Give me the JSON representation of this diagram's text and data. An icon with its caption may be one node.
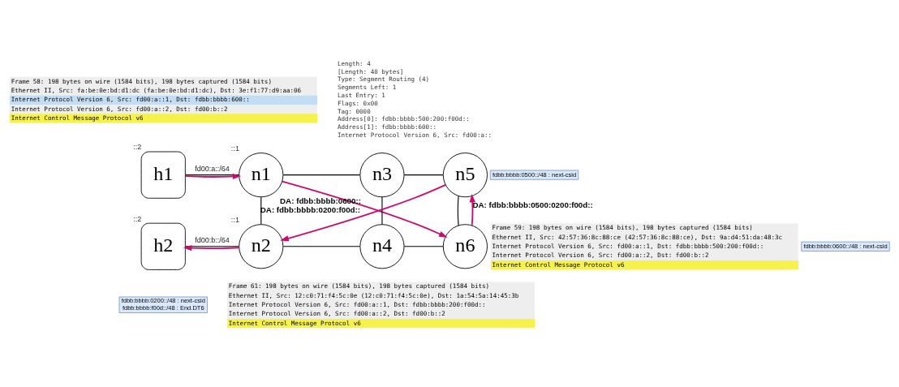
{
  "diagram": {
    "nodes": [
      {
        "text": [
          "Frame 58: 198 bytes on wire (1584 bits), 198 bytes captured (1584 bits)",
          "Ethernet II, Src: fa:be:0e:bd:d1:dc (fa:be:0e:bd:d1:dc), Dst: 3e:f1:77:d9:aa:06",
          "Internet Protocol Version 6, Src: fd00:a::1, Dst: fdbb:bbbb:600::",
          "Internet Protocol Version 6, Src: fd00:a::2, Dst: fd00:b::2",
          "Internet Control Message Protocol v6"
        ]
      },
      {
        "text": [
          "h1"
        ],
        "beside": [
          "::2"
        ]
      },
      {
        "text": [
          "n1"
        ],
        "beside": [
          "::1"
        ]
      },
      {
        "text": [
          "n3"
        ]
      },
      {
        "text": [
          "fdbb:bbbb:0500::/48 : next-csid"
        ]
      },
      {
        "text": [
          "n5"
        ]
      },
      {
        "text": [
          "Frame 59: 198 bytes on wire (1584 bits), 198 bytes captured (1584 bits)",
          "Ethernet II, Src: 42:57:36:8c:88:ce (42:57:36:8c:88:ce), Dst: 9a:d4:51:da:48:3c",
          "Internet Protocol Version 6, Src: fd00:a::1, Dst: fdbb:bbbb:500:200:f00d::",
          "Internet Protocol Version 6, Src: fd00:a::2, Dst: fd00:b::2",
          "Internet Control Message Protocol v6"
        ]
      },
      {
        "text": [
          "fdbb:bbbb:0200::/48 : next-csid",
          "fdbb:bbbb:f00d::/48 : End.DT6"
        ]
      },
      {
        "text": [
          "h2"
        ],
        "beside": [
          "::2"
        ]
      },
      {
        "text": [
          "n2"
        ],
        "beside": [
          "::1"
        ]
      },
      {
        "text": [
          "n4"
        ]
      },
      {
        "text": [
          "n6"
        ]
      },
      {
        "text": [
          "fdbb:bbbb:0600::/48 : next-csid"
        ]
      },
      {
        "text": [
          "Frame 61: 198 bytes on wire (1584 bits), 198 bytes captured (1584 bits)",
          "Ethernet II, Src: 12:c0:71:f4:5c:0e (12:c0:71:f4:5c:0e), Dst: 1a:54:5a:14:45:3b",
          "Internet Protocol Version 6, Src: fd00:a::1, Dst: fdbb:bbbb:200:f00d::",
          "Internet Protocol Version 6, Src: fd00:a::2, Dst: fd00:b::2",
          "Internet Control Message Protocol v6"
        ]
      }
    ],
    "edges": [
      {
        "from": 1,
        "to": 2,
        "arrow": "none",
        "label": "fd00:a::/64"
      },
      {
        "from": 2,
        "to": 3,
        "arrow": "none"
      },
      {
        "from": 3,
        "to": 5,
        "arrow": "none"
      },
      {
        "from": 2,
        "to": 9,
        "arrow": "none"
      },
      {
        "from": 3,
        "to": 10,
        "arrow": "none"
      },
      {
        "from": 5,
        "to": 11,
        "arrow": "none"
      },
      {
        "from": 8,
        "to": 9,
        "arrow": "none",
        "label": "fd00:b::/64"
      },
      {
        "from": 9,
        "to": 10,
        "arrow": "none"
      },
      {
        "from": 10,
        "to": 11,
        "arrow": "none"
      },
      {
        "from": 1,
        "to": 2,
        "arrow": "to",
        "color": "#cc0a6e"
      },
      {
        "from": 2,
        "to": 11,
        "arrow": "to",
        "color": "#cc0a6e",
        "label": "DA: fdbb:bbbb:0600::"
      },
      {
        "from": 11,
        "to": 5,
        "arrow": "to",
        "color": "#cc0a6e",
        "label": "DA: fdbb:bbbb:0500:0200:f00d::"
      },
      {
        "from": 5,
        "to": 9,
        "arrow": "to",
        "color": "#cc0a6e",
        "label": "DA: fdbb:bbbb:0200:f00d::"
      },
      {
        "from": 9,
        "to": 8,
        "arrow": "to",
        "color": "#cc0a6e"
      }
    ],
    "labels": [
      "Length: 4",
      "[Length: 40 bytes]",
      "Type: Segment Routing (4)",
      "Segments Left: 1",
      "Last Entry: 1",
      "Flags: 0x00",
      "Tag: 0000",
      "Address[0]: fdbb:bbbb:500:200:f00d::",
      "Address[1]: fdbb:bbbb:600::",
      "Internet Protocol Version 6, Src: fd00:a::"
    ]
  }
}
